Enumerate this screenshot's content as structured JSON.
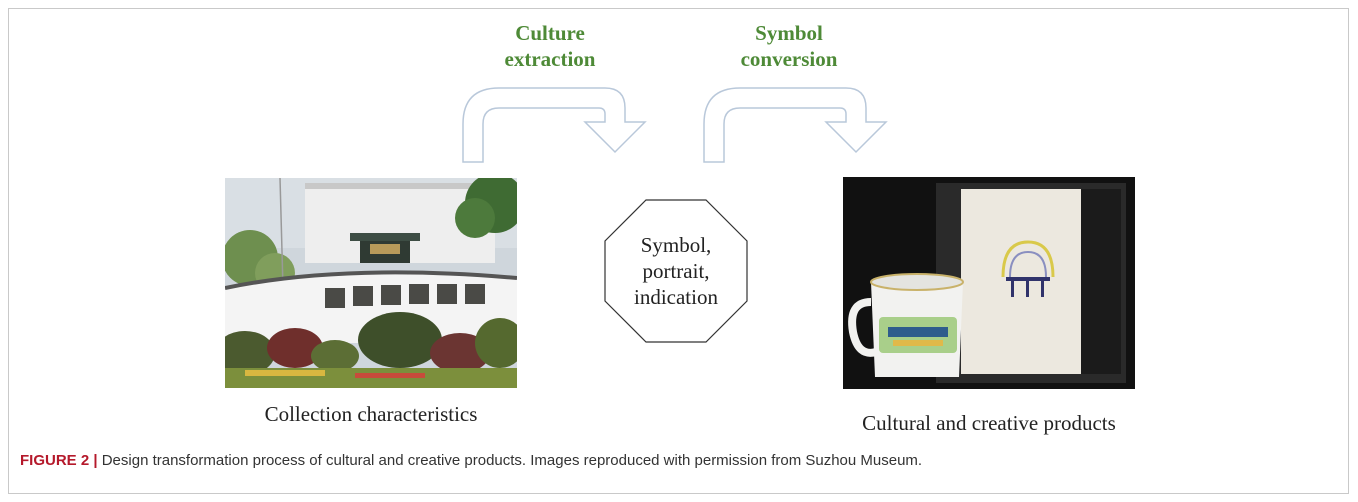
{
  "labels": {
    "step1_line1": "Culture",
    "step1_line2": "extraction",
    "step2_line1": "Symbol",
    "step2_line2": "conversion"
  },
  "center": {
    "line1": "Symbol,",
    "line2": "portrait,",
    "line3": "indication"
  },
  "captions": {
    "left": "Collection characteristics",
    "right": "Cultural and creative products"
  },
  "figure": {
    "label": "FIGURE 2 |",
    "text": " Design transformation process of cultural and creative products. Images reproduced with permission from Suzhou Museum."
  },
  "colors": {
    "label_green": "#4e8a37",
    "arrow_stroke": "#b9c8da",
    "figure_label_red": "#b5192b"
  },
  "icons": {
    "arrow1": "curved-arrow-icon",
    "arrow2": "curved-arrow-icon",
    "center": "octagon-shape"
  }
}
